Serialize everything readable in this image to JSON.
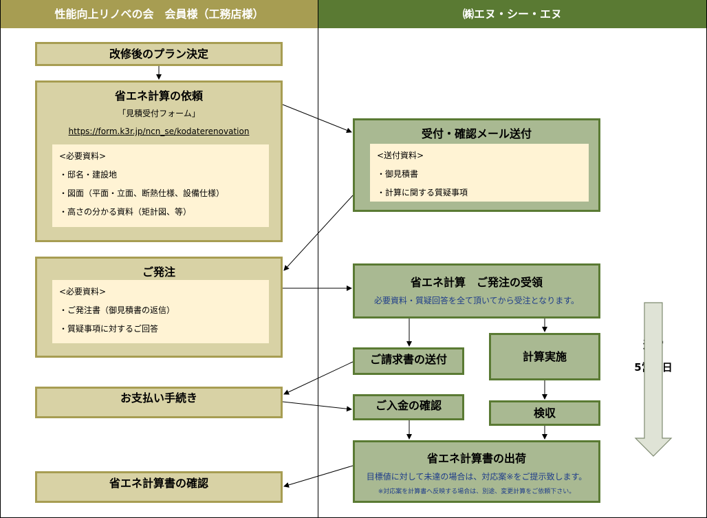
{
  "headers": {
    "left": "性能向上リノベの会　会員様（工務店様）",
    "right": "㈱エヌ・シー・エヌ"
  },
  "left": {
    "plan": "改修後のプラン決定",
    "request": {
      "title": "省エネ計算の依頼",
      "form": "「見積受付フォーム」",
      "url": "https://form.k3r.jp/ncn_se/kodaterenovation",
      "materials_heading": "<必要資料>",
      "materials": [
        "・邸名・建設地",
        "・図面（平面・立面、断熱仕様、設備仕様）",
        "・高さの分かる資料（矩計図、等）"
      ]
    },
    "order": {
      "title": "ご発注",
      "materials_heading": "<必要資料>",
      "materials": [
        "・ご発注書（御見積書の返信）",
        "・質疑事項に対するご回答"
      ]
    },
    "payment": "お支払い手続き",
    "confirm": "省エネ計算書の確認"
  },
  "right": {
    "receipt": {
      "title": "受付・確認メール送付",
      "materials_heading": "<送付資料>",
      "materials": [
        "・御見積書",
        "・計算に関する質疑事項"
      ]
    },
    "order_received": {
      "title": "省エネ計算　ご発注の受領",
      "note": "必要資料・質疑回答を全て頂いてから受注となります。"
    },
    "invoice": "ご請求書の送付",
    "calc": "計算実施",
    "deposit": "ご入金の確認",
    "inspection": "検収",
    "shipment": {
      "title": "省エネ計算書の出荷",
      "note1": "目標値に対して未達の場合は、対応案※をご提示致します。",
      "note2": "※対応案を計算書へ反映する場合は、別途、変更計算をご依頼下さい。"
    },
    "duration": {
      "line1": "通常",
      "line2": "5営業日"
    }
  },
  "colors": {
    "left_header": "#a79d52",
    "right_header": "#5a7a33",
    "left_box": "#d8d2a5",
    "right_box": "#a9b992",
    "inner_box": "#fff3d4",
    "note_blue": "#1f3d8a"
  }
}
